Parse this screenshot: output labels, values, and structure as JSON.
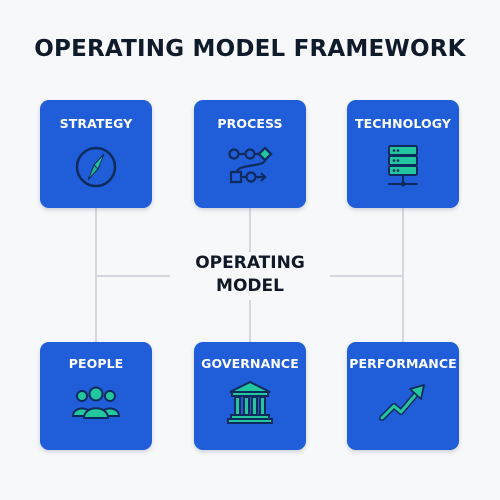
{
  "title": "OPERATING MODEL FRAMEWORK",
  "center": {
    "line1": "OPERATING",
    "line2": "MODEL"
  },
  "cards": [
    {
      "label": "STRATEGY",
      "icon": "compass-icon"
    },
    {
      "label": "PROCESS",
      "icon": "process-flow-icon"
    },
    {
      "label": "TECHNOLOGY",
      "icon": "server-icon"
    },
    {
      "label": "PEOPLE",
      "icon": "people-icon"
    },
    {
      "label": "GOVERNANCE",
      "icon": "building-icon"
    },
    {
      "label": "PERFORMANCE",
      "icon": "trend-up-icon"
    }
  ],
  "colors": {
    "card": "#1f5ed8",
    "icon_teal": "#22c7a0",
    "icon_dark": "#0f2a5c",
    "connector": "#d4d8de",
    "title": "#0f1a2b"
  }
}
